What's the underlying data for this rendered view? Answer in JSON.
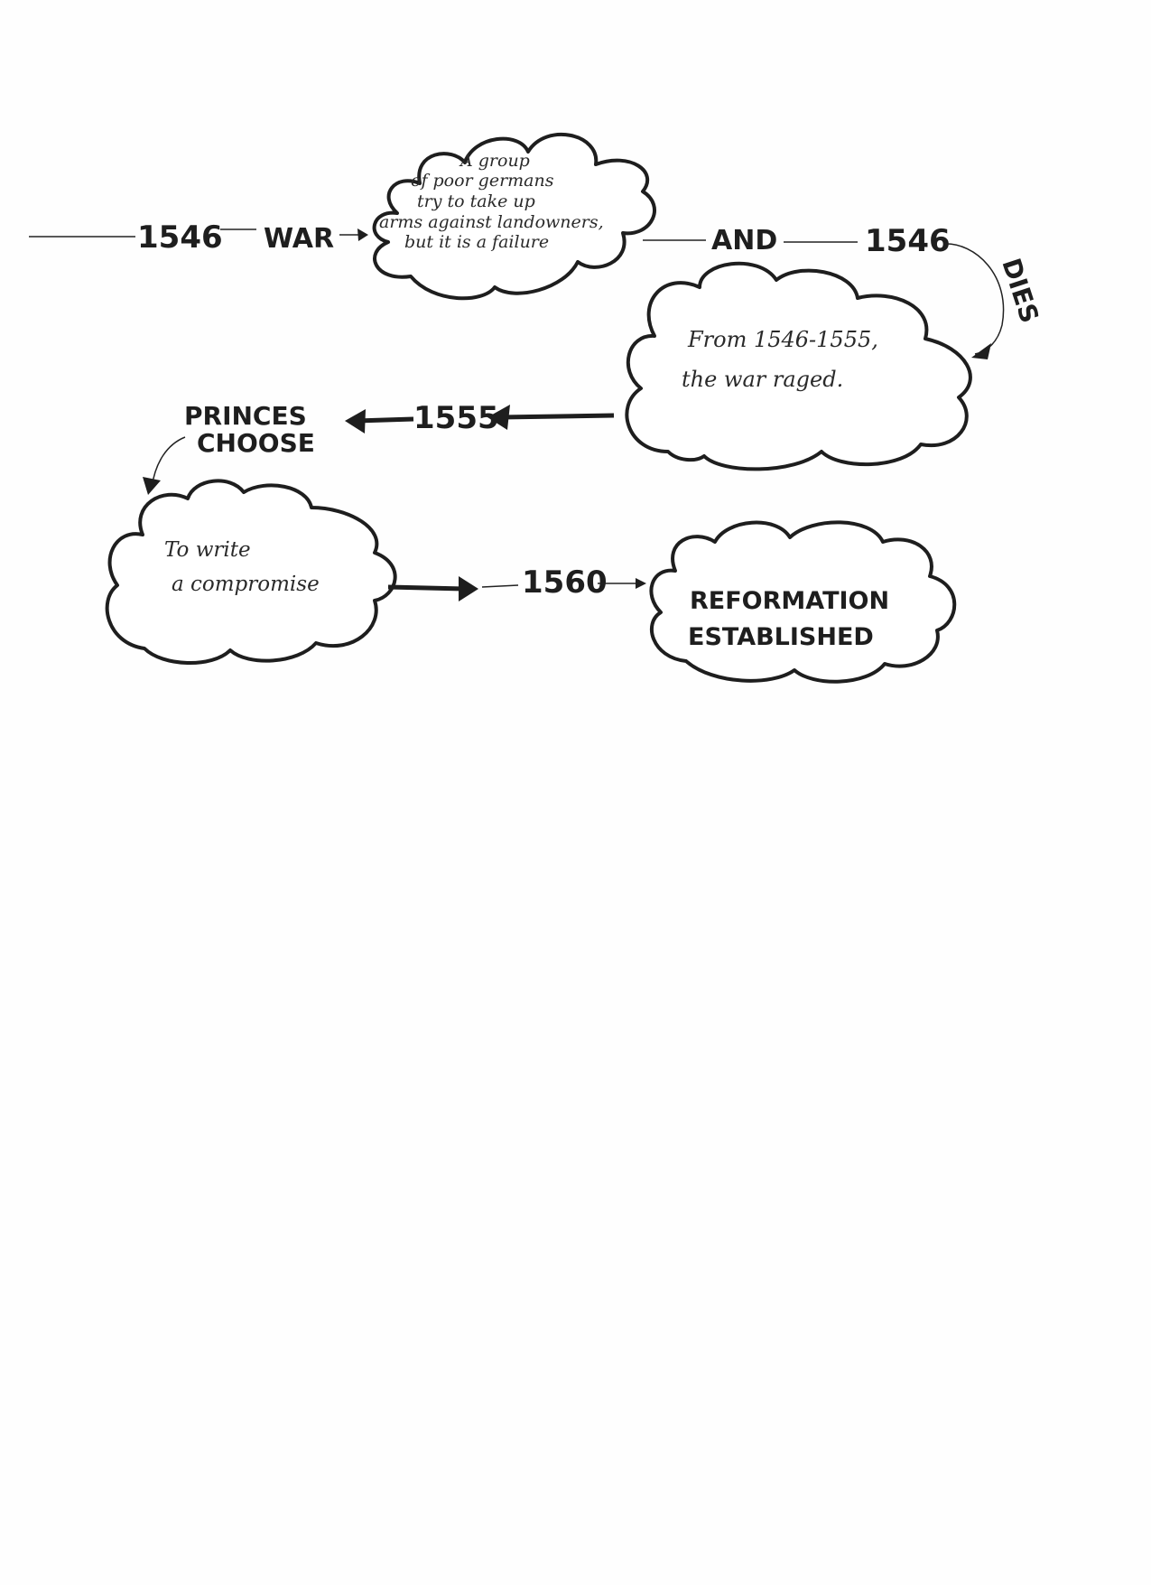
{
  "timeline": {
    "start_year": "1546",
    "war_label": "WAR",
    "and_label": "AND",
    "second_year": "1546",
    "dies_label": "DIES",
    "year_1555": "1555",
    "princes_label": [
      "PRINCES",
      "CHOOSE"
    ],
    "year_1560": "1560"
  },
  "clouds": {
    "peasants": [
      "A group",
      "of poor germans",
      "try to take up",
      "arms against landowners,",
      "but it is a failure"
    ],
    "war_raged": [
      "From 1546-1555,",
      "the war raged."
    ],
    "compromise": [
      "To write",
      "a compromise"
    ],
    "reformation": [
      "REFORMATION",
      "ESTABLISHED"
    ]
  },
  "colors": {
    "ink": "#1e1e1e",
    "paper": "#fefefe"
  }
}
